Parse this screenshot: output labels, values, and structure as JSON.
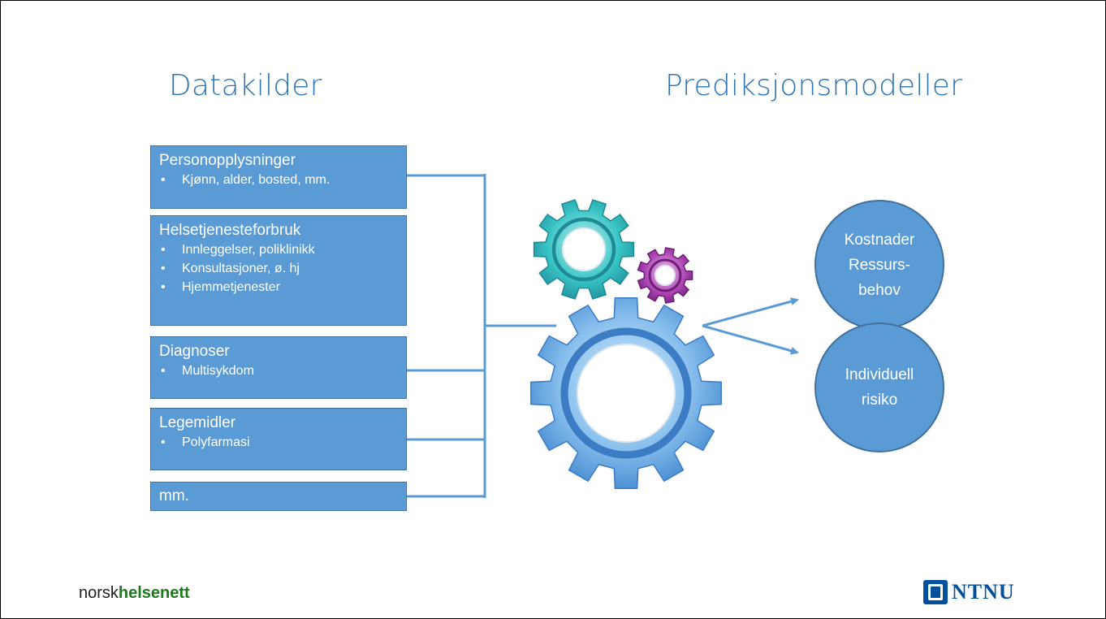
{
  "headings": {
    "left": "Datakilder",
    "right": "Prediksjonsmodeller"
  },
  "data_sources": [
    {
      "title": "Personopplysninger",
      "bullets": [
        "Kjønn, alder, bosted, mm."
      ]
    },
    {
      "title": "Helsetjenesteforbruk",
      "bullets": [
        "Innleggelser, poliklinikk",
        "Konsultasjoner, ø. hj",
        "Hjemmetjenester"
      ]
    },
    {
      "title": "Diagnoser",
      "bullets": [
        "Multisykdom"
      ]
    },
    {
      "title": "Legemidler",
      "bullets": [
        "Polyfarmasi"
      ]
    },
    {
      "title": "mm.",
      "bullets": []
    }
  ],
  "outputs": [
    {
      "lines": [
        "Kostnader",
        "Ressurs-",
        "behov"
      ]
    },
    {
      "lines": [
        "Individuell",
        "risiko"
      ]
    }
  ],
  "footer": {
    "left_prefix": "norsk",
    "left_bold": "helsenett",
    "right_logo_text": "NTNU"
  },
  "colors": {
    "heading": "#2e75b6",
    "box_fill": "#5b9bd5",
    "box_border": "#41719c",
    "connector": "#5b9bd5",
    "gear_teal": "#2bbcbc",
    "gear_purple": "#a23da8",
    "gear_blue": "#5a9fdc",
    "footer_green": "#1e7a1e",
    "ntnu_blue": "#00509e"
  }
}
